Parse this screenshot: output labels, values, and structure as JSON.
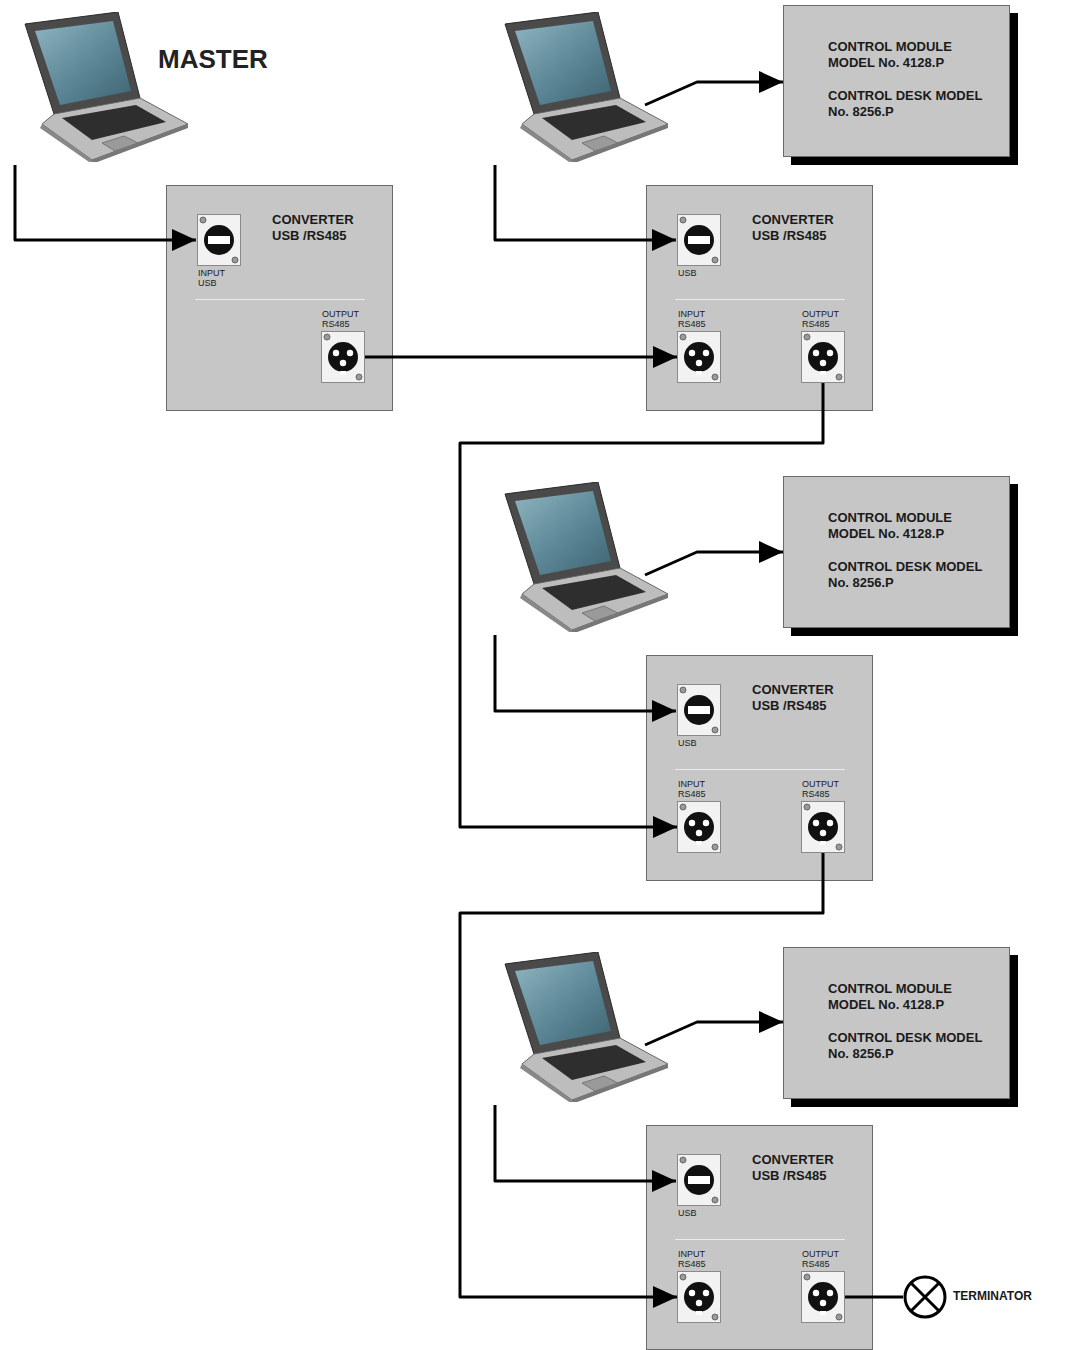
{
  "diagram": {
    "nodes": [
      {
        "text": [
          "CONVERTER USB /RS485"
        ]
      },
      {
        "text": [
          "INPUT USB"
        ],
        "in": 0
      },
      {
        "text": [
          "OUTPUT RS485"
        ],
        "in": 0
      },
      {
        "text": [
          "CONTROL MODULE MODEL No. 4128.P",
          "CONTROL DESK MODEL No. 8256.P"
        ]
      },
      {
        "text": [
          "CONVERTER USB /RS485"
        ]
      },
      {
        "text": [
          "USB"
        ],
        "in": 4
      },
      {
        "text": [
          "INPUT RS485"
        ],
        "in": 4
      },
      {
        "text": [
          "OUTPUT RS485"
        ],
        "in": 4
      },
      {
        "text": [
          "CONTROL MODULE MODEL No. 4128.P",
          "CONTROL DESK MODEL No. 8256.P"
        ]
      },
      {
        "text": [
          "CONVERTER USB /RS485"
        ]
      },
      {
        "text": [
          "USB"
        ],
        "in": 9
      },
      {
        "text": [
          "INPUT RS485"
        ],
        "in": 9
      },
      {
        "text": [
          "OUTPUT RS485"
        ],
        "in": 9
      },
      {
        "text": [
          "CONTROL MODULE MODEL No. 4128.P",
          "CONTROL DESK MODEL No. 8256.P"
        ]
      },
      {
        "text": [
          "CONVERTER USB /RS485"
        ]
      },
      {
        "text": [
          "USB"
        ],
        "in": 14
      },
      {
        "text": [
          "INPUT RS485"
        ],
        "in": 14
      },
      {
        "text": [
          "OUTPUT RS485"
        ],
        "in": 14
      },
      {
        "text": [
          "TERMINATOR"
        ]
      }
    ],
    "edges": [
      {
        "from": 2,
        "to": 6,
        "arrow": "to"
      },
      {
        "from": 7,
        "to": 11,
        "arrow": "to"
      },
      {
        "from": 12,
        "to": 16,
        "arrow": "to"
      },
      {
        "from": 17,
        "to": 18,
        "arrow": "none"
      }
    ],
    "labels": [
      "MASTER"
    ]
  }
}
